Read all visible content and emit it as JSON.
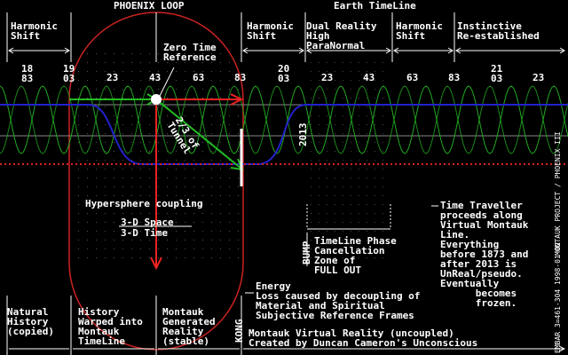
{
  "titles": {
    "phoenix_loop": "PHOENIX LOOP",
    "earth_timeline": "Earth TimeLine"
  },
  "phase_labels": {
    "harmonic_shift_left": "Harmonic\nShift",
    "harmonic_shift_mid": "Harmonic\nShift",
    "dual_reality": "Dual Reality\nHigh\nParaNormal",
    "harmonic_shift_right": "Harmonic\nShift",
    "instinctive": "Instinctive\nRe-established"
  },
  "years": [
    {
      "text": "18\n83"
    },
    {
      "text": "19\n03"
    },
    {
      "text": "23"
    },
    {
      "text": "43"
    },
    {
      "text": "63"
    },
    {
      "text": "83"
    },
    {
      "text": "20\n03"
    },
    {
      "text": "23"
    },
    {
      "text": "43"
    },
    {
      "text": "63"
    },
    {
      "text": "83"
    },
    {
      "text": "21\n03"
    },
    {
      "text": "23"
    }
  ],
  "annotations": {
    "zero_time_reference": "Zero Time\nReference",
    "tunnel": "2/3 of\nTunnel",
    "year_2013": "2013",
    "hypersphere": "Hypersphere coupling",
    "space": "3-D Space",
    "time": "3-D Time",
    "bump": "BUMP",
    "kong": "KONG",
    "cancellation": "TimeLine Phase\nCancellation\nZone of\nFULL OUT",
    "time_traveller": "Time Traveller\nproceeds along\nVirtual Montauk\nLine.\nEverything\nbefore 1873 and\nafter 2013 is\nUnReal/pseudo.\nEventually\n      becomes\n      frozen.",
    "energy": "Energy\nLoss caused by decoupling of\nMaterial and Spiritual\nSubjective Reference Frames",
    "natural_history": "Natural\nHistory\n(copied)",
    "history_warped": "History\nWarped into\nMontauk\nTimeLine",
    "montauk_generated": "Montauk\nGenerated\nReality\n(stable)",
    "montauk_virtual": "Montauk Virtual Reality (uncoupled)\nCreated by Duncan Cameron's Unconscious",
    "side_credit": "MONTAUK PROJECT / PHOENIX III",
    "side_id": "EMBAR 3=461-304 1998-01-02"
  },
  "colors": {
    "background": "#000000",
    "loop": "#cc2222",
    "green_wave": "#22aa22",
    "blue_line": "#2222cc",
    "red_dotted": "#dd2222",
    "arrow_red": "#ee2222",
    "arrow_green": "#22bb22",
    "text": "#ffffff"
  }
}
